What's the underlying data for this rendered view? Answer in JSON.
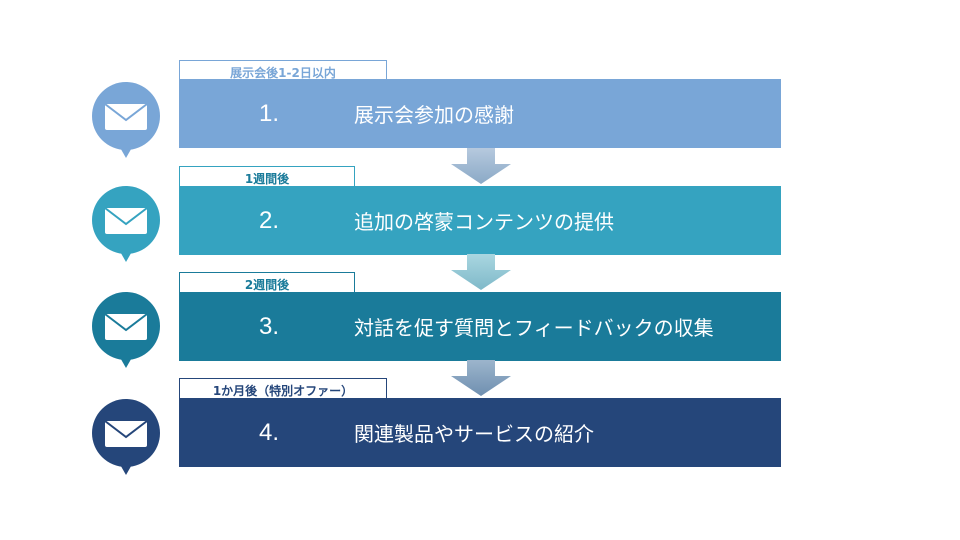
{
  "steps": [
    {
      "timing": "展示会後1-2日以内",
      "number": "1.",
      "title": "展示会参加の感謝",
      "color": "#79a6d7",
      "icon": "mail-icon"
    },
    {
      "timing": "1週間後",
      "number": "2.",
      "title": "追加の啓蒙コンテンツの提供",
      "color": "#35a3c0",
      "icon": "mail-icon"
    },
    {
      "timing": "2週間後",
      "number": "3.",
      "title": "対話を促す質問とフィードバックの収集",
      "color": "#1a7b9a",
      "icon": "mail-icon"
    },
    {
      "timing": "1か月後（特別オファー）",
      "number": "4.",
      "title": "関連製品やサービスの紹介",
      "color": "#25467a",
      "icon": "mail-icon"
    }
  ]
}
